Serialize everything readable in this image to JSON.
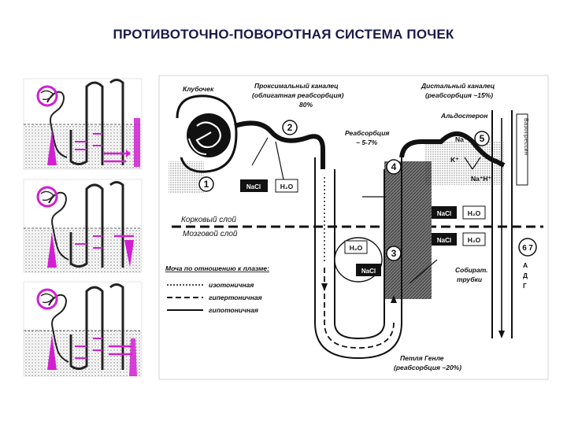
{
  "title": "ПРОТИВОТОЧНО-ПОВОРОТНАЯ СИСТЕМА ПОЧЕК",
  "colors": {
    "magenta": "#d21fd2",
    "dark": "#111111",
    "title": "#1a1a4a",
    "shade": "#8a8a8a"
  },
  "diagram": {
    "glomerulus": "Клубочек",
    "proximal_1": "Проксимальный каналец",
    "proximal_2": "(облигатная реабсорбция)",
    "proximal_3": "80%",
    "distal_1": "Дистальный каналец",
    "distal_2": "(реабсорбция ~15%)",
    "reabsorption_1": "Реабсорбция",
    "reabsorption_2": "~ 5-7%",
    "aldosterone": "Альдостерон",
    "na": "Na⁺",
    "k": "K⁺",
    "na_h": "Na⁺H⁺",
    "vasopressin": "Вазопрессин",
    "cortex": "Корковый слой",
    "medulla": "Мозговой слой",
    "nacl": "NaCl",
    "h2o": "H₂O",
    "collecting_1": "Собират.",
    "collecting_2": "трубки",
    "adh": [
      "А",
      "Д",
      "Г"
    ],
    "henle_1": "Петля Генле",
    "henle_2": "(реабсорбция ~20%)",
    "numbers": [
      "1",
      "2",
      "3",
      "4",
      "5",
      "6",
      "7"
    ],
    "legend_title": "Моча по отношению к плазме:",
    "legend": [
      "изотоничная",
      "гипертоничная",
      "гипотоничная"
    ]
  }
}
